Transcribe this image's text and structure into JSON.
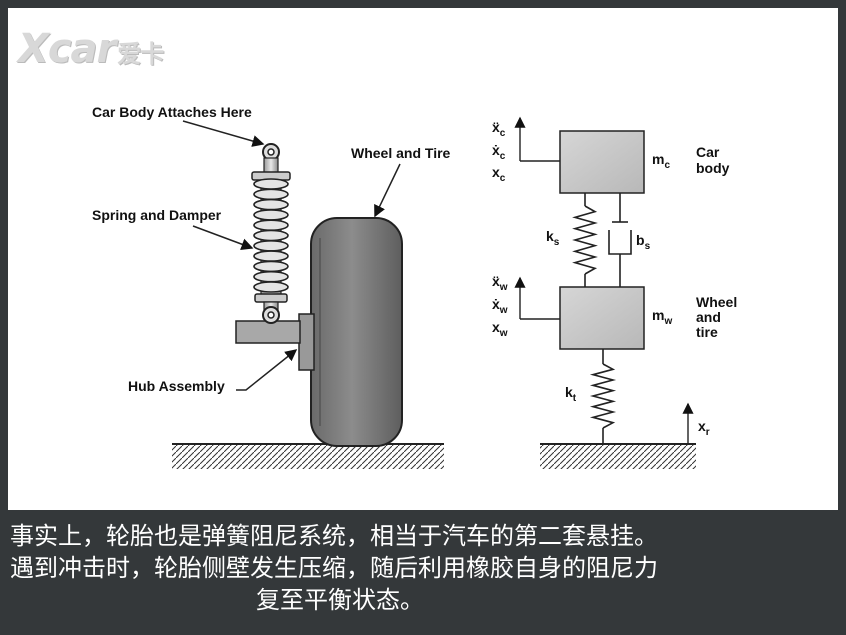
{
  "watermark": {
    "brand": "Xcar",
    "cn": "爱卡"
  },
  "left_diagram": {
    "car_body_label": "Car Body Attaches Here",
    "wheel_label": "Wheel and Tire",
    "spring_label": "Spring and Damper",
    "hub_label": "Hub Assembly"
  },
  "right_diagram": {
    "xc_dd": "ẍ",
    "xc_d": "ẋ",
    "xc": "x",
    "sub_c": "c",
    "mc": "m",
    "mc_sub": "c",
    "car_body_1": "Car",
    "car_body_2": "body",
    "ks": "k",
    "ks_sub": "s",
    "bs": "b",
    "bs_sub": "s",
    "xw_dd": "ẍ",
    "xw_d": "ẋ",
    "xw": "x",
    "sub_w": "w",
    "mw": "m",
    "mw_sub": "w",
    "wheel_tire_1": "Wheel",
    "wheel_tire_2": "and",
    "wheel_tire_3": "tire",
    "kt": "k",
    "kt_sub": "t",
    "xr": "x",
    "xr_sub": "r"
  },
  "caption": {
    "line1": "事实上，轮胎也是弹簧阻尼系统，相当于汽车的第二套悬挂。",
    "line2": "遇到冲击时，轮胎侧壁发生压缩，随后利用橡胶自身的阻尼力",
    "line3": "复至平衡状态。"
  }
}
